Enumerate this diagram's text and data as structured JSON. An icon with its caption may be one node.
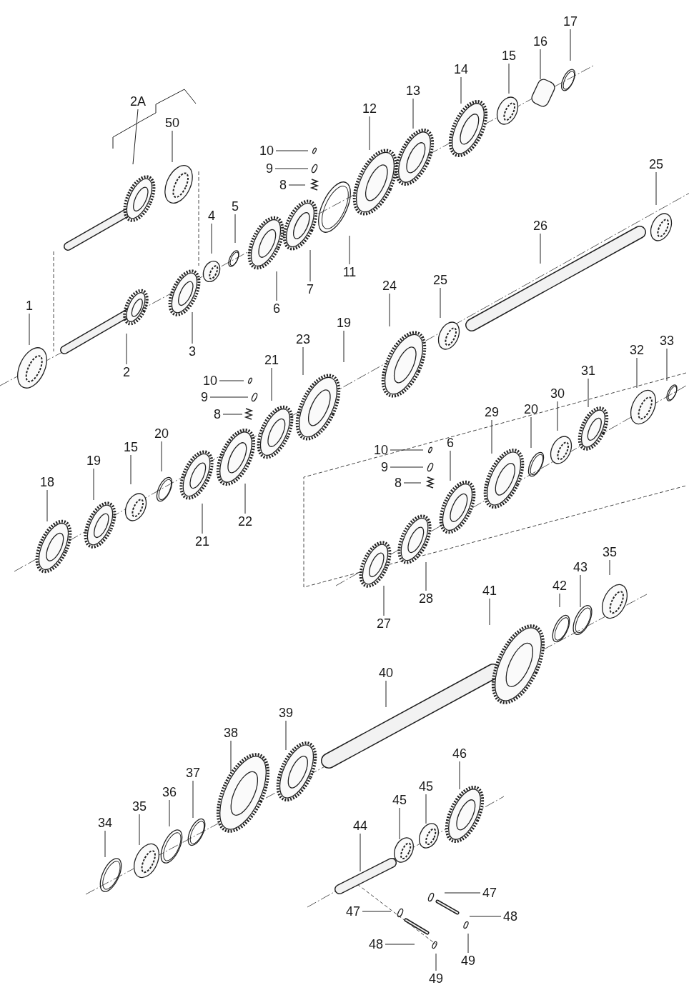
{
  "diagram": {
    "nodes": [
      {
        "text": [
          "2A"
        ]
      },
      {
        "text": [
          "50"
        ]
      },
      {
        "text": [
          "17"
        ]
      },
      {
        "text": [
          "16"
        ]
      },
      {
        "text": [
          "15"
        ]
      },
      {
        "text": [
          "14"
        ]
      },
      {
        "text": [
          "13"
        ]
      },
      {
        "text": [
          "12"
        ]
      },
      {
        "text": [
          "10"
        ]
      },
      {
        "text": [
          "9"
        ]
      },
      {
        "text": [
          "8"
        ]
      },
      {
        "text": [
          "25"
        ]
      },
      {
        "text": [
          "4"
        ]
      },
      {
        "text": [
          "5"
        ]
      },
      {
        "text": [
          "26"
        ]
      },
      {
        "text": [
          "7"
        ]
      },
      {
        "text": [
          "11"
        ]
      },
      {
        "text": [
          "6"
        ]
      },
      {
        "text": [
          "25"
        ]
      },
      {
        "text": [
          "24"
        ]
      },
      {
        "text": [
          "1"
        ]
      },
      {
        "text": [
          "3"
        ]
      },
      {
        "text": [
          "2"
        ]
      },
      {
        "text": [
          "19"
        ]
      },
      {
        "text": [
          "23"
        ]
      },
      {
        "text": [
          "33"
        ]
      },
      {
        "text": [
          "32"
        ]
      },
      {
        "text": [
          "10"
        ]
      },
      {
        "text": [
          "21"
        ]
      },
      {
        "text": [
          "9"
        ]
      },
      {
        "text": [
          "8"
        ]
      },
      {
        "text": [
          "31"
        ]
      },
      {
        "text": [
          "30"
        ]
      },
      {
        "text": [
          "20"
        ]
      },
      {
        "text": [
          "29"
        ]
      },
      {
        "text": [
          "10"
        ]
      },
      {
        "text": [
          "6"
        ]
      },
      {
        "text": [
          "9"
        ]
      },
      {
        "text": [
          "20"
        ]
      },
      {
        "text": [
          "15"
        ]
      },
      {
        "text": [
          "19"
        ]
      },
      {
        "text": [
          "8"
        ]
      },
      {
        "text": [
          "18"
        ]
      },
      {
        "text": [
          "22"
        ]
      },
      {
        "text": [
          "21"
        ]
      },
      {
        "text": [
          "28"
        ]
      },
      {
        "text": [
          "27"
        ]
      },
      {
        "text": [
          "41"
        ]
      },
      {
        "text": [
          "43"
        ]
      },
      {
        "text": [
          "35"
        ]
      },
      {
        "text": [
          "42"
        ]
      },
      {
        "text": [
          "40"
        ]
      },
      {
        "text": [
          "39"
        ]
      },
      {
        "text": [
          "38"
        ]
      },
      {
        "text": [
          "46"
        ]
      },
      {
        "text": [
          "37"
        ]
      },
      {
        "text": [
          "45"
        ]
      },
      {
        "text": [
          "45"
        ]
      },
      {
        "text": [
          "36"
        ]
      },
      {
        "text": [
          "35"
        ]
      },
      {
        "text": [
          "44"
        ]
      },
      {
        "text": [
          "34"
        ]
      },
      {
        "text": [
          "47"
        ]
      },
      {
        "text": [
          "48"
        ]
      },
      {
        "text": [
          "47"
        ]
      },
      {
        "text": [
          "48"
        ]
      },
      {
        "text": [
          "49"
        ]
      },
      {
        "text": [
          "49"
        ]
      }
    ],
    "edges": [
      {
        "from": 0,
        "to": null,
        "arrow": "none"
      },
      {
        "from": 1,
        "to": null,
        "arrow": "none"
      },
      {
        "from": 2,
        "to": null,
        "arrow": "none"
      },
      {
        "from": 3,
        "to": null,
        "arrow": "none"
      },
      {
        "from": 4,
        "to": null,
        "arrow": "none"
      },
      {
        "from": 5,
        "to": null,
        "arrow": "none"
      },
      {
        "from": 6,
        "to": null,
        "arrow": "none"
      },
      {
        "from": 7,
        "to": null,
        "arrow": "none"
      },
      {
        "from": 8,
        "to": null,
        "arrow": "none"
      },
      {
        "from": 9,
        "to": null,
        "arrow": "none"
      },
      {
        "from": 10,
        "to": null,
        "arrow": "none"
      },
      {
        "from": 11,
        "to": null,
        "arrow": "none"
      },
      {
        "from": 12,
        "to": null,
        "arrow": "none"
      },
      {
        "from": 13,
        "to": null,
        "arrow": "none"
      },
      {
        "from": 14,
        "to": null,
        "arrow": "none"
      },
      {
        "from": 15,
        "to": null,
        "arrow": "none"
      },
      {
        "from": 16,
        "to": null,
        "arrow": "none"
      },
      {
        "from": 17,
        "to": null,
        "arrow": "none"
      },
      {
        "from": 18,
        "to": null,
        "arrow": "none"
      },
      {
        "from": 19,
        "to": null,
        "arrow": "none"
      },
      {
        "from": 20,
        "to": null,
        "arrow": "none"
      },
      {
        "from": 21,
        "to": null,
        "arrow": "none"
      },
      {
        "from": 22,
        "to": null,
        "arrow": "none"
      },
      {
        "from": 23,
        "to": null,
        "arrow": "none"
      },
      {
        "from": 24,
        "to": null,
        "arrow": "none"
      },
      {
        "from": 25,
        "to": null,
        "arrow": "none"
      },
      {
        "from": 26,
        "to": null,
        "arrow": "none"
      },
      {
        "from": 27,
        "to": null,
        "arrow": "none"
      },
      {
        "from": 28,
        "to": null,
        "arrow": "none"
      },
      {
        "from": 29,
        "to": null,
        "arrow": "none"
      },
      {
        "from": 30,
        "to": null,
        "arrow": "none"
      },
      {
        "from": 31,
        "to": null,
        "arrow": "none"
      },
      {
        "from": 32,
        "to": null,
        "arrow": "none"
      },
      {
        "from": 33,
        "to": null,
        "arrow": "none"
      },
      {
        "from": 34,
        "to": null,
        "arrow": "none"
      },
      {
        "from": 35,
        "to": null,
        "arrow": "none"
      },
      {
        "from": 36,
        "to": null,
        "arrow": "none"
      },
      {
        "from": 37,
        "to": null,
        "arrow": "none"
      },
      {
        "from": 38,
        "to": null,
        "arrow": "none"
      },
      {
        "from": 39,
        "to": null,
        "arrow": "none"
      },
      {
        "from": 40,
        "to": null,
        "arrow": "none"
      },
      {
        "from": 41,
        "to": null,
        "arrow": "none"
      },
      {
        "from": 42,
        "to": null,
        "arrow": "none"
      },
      {
        "from": 43,
        "to": null,
        "arrow": "none"
      },
      {
        "from": 44,
        "to": null,
        "arrow": "none"
      },
      {
        "from": 45,
        "to": null,
        "arrow": "none"
      },
      {
        "from": 46,
        "to": null,
        "arrow": "none"
      },
      {
        "from": 47,
        "to": null,
        "arrow": "none"
      },
      {
        "from": 48,
        "to": null,
        "arrow": "none"
      },
      {
        "from": 49,
        "to": null,
        "arrow": "none"
      },
      {
        "from": 50,
        "to": null,
        "arrow": "none"
      },
      {
        "from": 51,
        "to": null,
        "arrow": "none"
      },
      {
        "from": 52,
        "to": null,
        "arrow": "none"
      },
      {
        "from": 53,
        "to": null,
        "arrow": "none"
      },
      {
        "from": 54,
        "to": null,
        "arrow": "none"
      },
      {
        "from": 55,
        "to": null,
        "arrow": "none"
      },
      {
        "from": 56,
        "to": null,
        "arrow": "none"
      },
      {
        "from": 57,
        "to": null,
        "arrow": "none"
      },
      {
        "from": 58,
        "to": null,
        "arrow": "none"
      },
      {
        "from": 59,
        "to": null,
        "arrow": "none"
      },
      {
        "from": 60,
        "to": null,
        "arrow": "none"
      },
      {
        "from": 61,
        "to": null,
        "arrow": "none"
      },
      {
        "from": 62,
        "to": null,
        "arrow": "none"
      },
      {
        "from": 63,
        "to": null,
        "arrow": "none"
      },
      {
        "from": 64,
        "to": null,
        "arrow": "none"
      },
      {
        "from": 65,
        "to": null,
        "arrow": "none"
      },
      {
        "from": 66,
        "to": null,
        "arrow": "none"
      },
      {
        "from": 67,
        "to": null,
        "arrow": "none"
      }
    ]
  }
}
